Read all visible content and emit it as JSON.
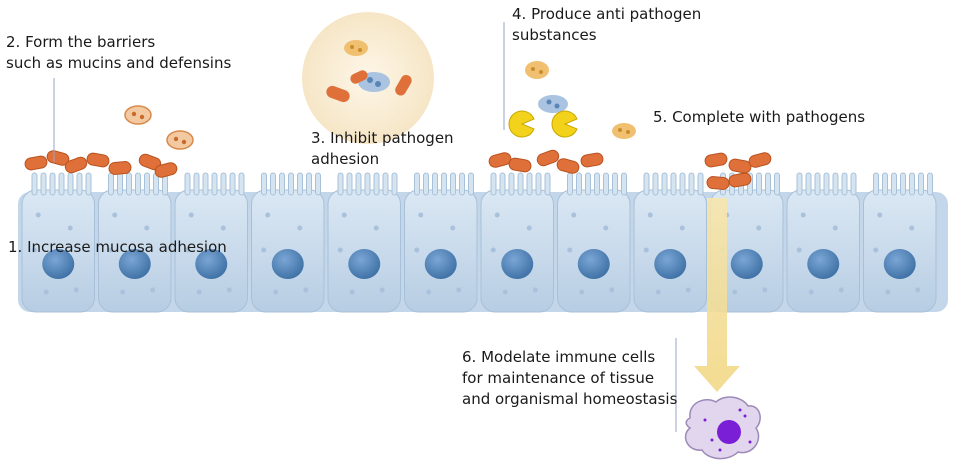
{
  "labels": {
    "increase_mucosa_adhesion": "1. Increase mucosa adhesion",
    "form_barriers": [
      "2. Form the barriers",
      "such as mucins and defensins"
    ],
    "inhibit_pathogen_adhesion": [
      "3. Inhibit pathogen",
      "adhesion"
    ],
    "produce_anti_pathogen": [
      "4. Produce anti pathogen",
      "substances"
    ],
    "complete_with_pathogens": "5. Complete with pathogens",
    "modelate_immune_cells": [
      "6. Modelate immune cells",
      "for maintenance of tissue",
      "and organismal homeostasis"
    ]
  },
  "colors": {
    "epithelial_cell": "#c8daea",
    "nucleus": "#4f85b8",
    "probiotic_bacteria": "#e0703a",
    "pathogen": "#f0c070",
    "anti_pathogen_substance": "#f2d21a",
    "signal_arrow": "#f5e3a0",
    "immune_cell": "#d9c9ea",
    "immune_nucleus": "#7a1fd6",
    "inhibit_circle": "#fbf0d8"
  }
}
